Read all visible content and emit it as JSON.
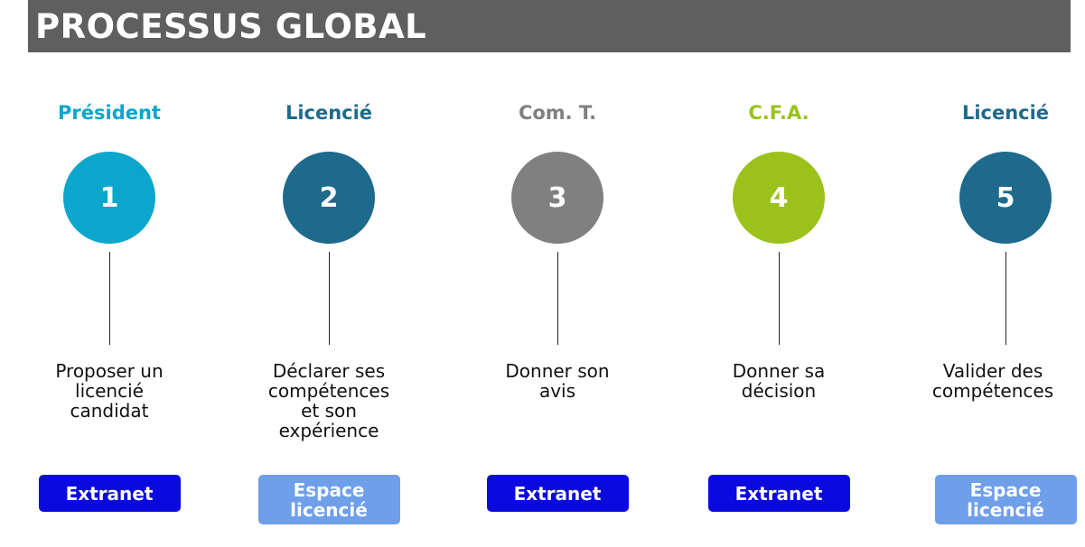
{
  "title": "PROCESSUS GLOBAL",
  "colors": {
    "title_bar": "#5f5f5f",
    "extranet": "#0a0ae0",
    "espace": "#6f9fe8"
  },
  "steps": [
    {
      "role": "Président",
      "role_color": "#0aa6cc",
      "number": "1",
      "circle_color": "#0aa6cc",
      "desc": [
        "Proposer un",
        "licencié",
        "candidat"
      ],
      "tag": [
        "Extranet"
      ],
      "tag_type": "extranet"
    },
    {
      "role": "Licencié",
      "role_color": "#1e6a8c",
      "number": "2",
      "circle_color": "#1e6a8c",
      "desc": [
        "Déclarer ses",
        "compétences",
        "et son",
        "expérience"
      ],
      "tag": [
        "Espace",
        "licencié"
      ],
      "tag_type": "espace"
    },
    {
      "role": "Com. T.",
      "role_color": "#808080",
      "number": "3",
      "circle_color": "#808080",
      "desc": [
        "Donner son",
        "avis"
      ],
      "tag": [
        "Extranet"
      ],
      "tag_type": "extranet"
    },
    {
      "role": "C.F.A.",
      "role_color": "#9ac21b",
      "number": "4",
      "circle_color": "#9ac21b",
      "desc": [
        "Donner sa",
        "décision"
      ],
      "tag": [
        "Extranet"
      ],
      "tag_type": "extranet"
    },
    {
      "role": "Licencié",
      "role_color": "#1e6a8c",
      "number": "5",
      "circle_color": "#1e6a8c",
      "desc": [
        "Valider des",
        "compétences"
      ],
      "tag": [
        "Espace",
        "licencié"
      ],
      "tag_type": "espace"
    }
  ]
}
